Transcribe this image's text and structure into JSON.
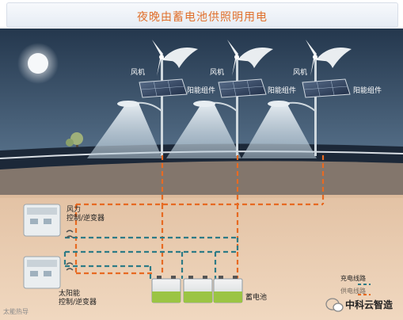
{
  "title": "夜晚由蓄电池供照明用电",
  "wind_label": "风机",
  "solar_label": "阳能组件",
  "wind_controller_label": [
    "风力",
    "控制/逆变器"
  ],
  "solar_controller_label": [
    "太阳能",
    "控制/逆变器"
  ],
  "battery_label": "蓄电池",
  "legend": [
    "充电线路",
    "供电线路"
  ],
  "watermark_left": "太能热导",
  "watermark_right": "中科云智造",
  "colors": {
    "sky_top": "#2c3f55",
    "sky_bottom": "#5d7891",
    "road": "#1f2c3c",
    "ground": "#e8ccaf",
    "orange_line": "#e76a22",
    "teal_line": "#2e7b86",
    "lamp_light": "#d6e4ee"
  }
}
